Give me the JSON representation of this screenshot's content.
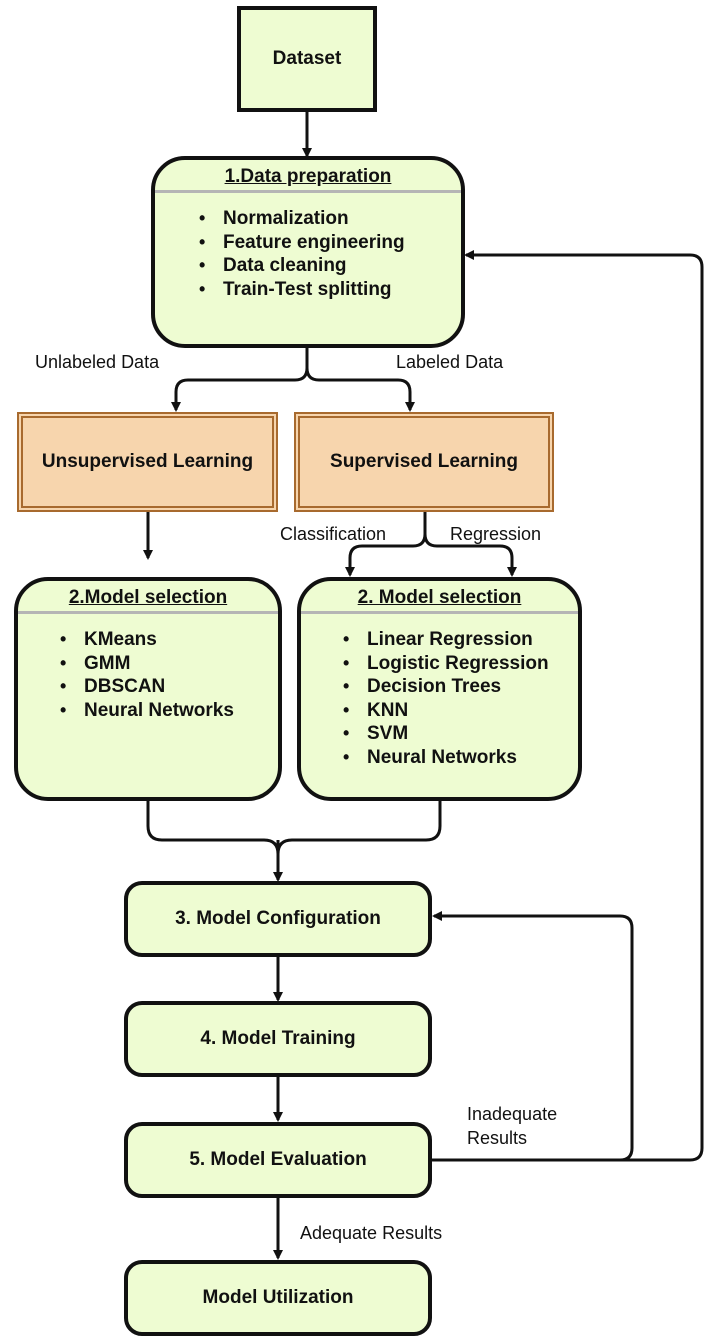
{
  "nodes": {
    "dataset": "Dataset",
    "data_preparation": {
      "title": "1.Data preparation",
      "items": [
        "Normalization",
        "Feature engineering",
        "Data cleaning",
        "Train-Test splitting"
      ]
    },
    "unsupervised": "Unsupervised Learning",
    "supervised": "Supervised Learning",
    "model_selection_unsup": {
      "title": "2.Model selection",
      "items": [
        "KMeans",
        "GMM",
        "DBSCAN",
        "Neural Networks"
      ]
    },
    "model_selection_sup": {
      "title": "2. Model selection",
      "items": [
        "Linear Regression",
        "Logistic Regression",
        "Decision Trees",
        "KNN",
        "SVM",
        "Neural Networks"
      ]
    },
    "configuration": "3. Model Configuration",
    "training": "4. Model Training",
    "evaluation": "5. Model Evaluation",
    "utilization": "Model Utilization"
  },
  "edge_labels": {
    "unlabeled": "Unlabeled Data",
    "labeled": "Labeled Data",
    "classification": "Classification",
    "regression": "Regression",
    "inadequate_line1": "Inadequate",
    "inadequate_line2": "Results",
    "adequate": "Adequate Results"
  },
  "colors": {
    "node_fill": "#eefcd2",
    "learning_fill": "#f7d5ad",
    "learning_border": "#a86a2e",
    "stroke": "#111111"
  }
}
